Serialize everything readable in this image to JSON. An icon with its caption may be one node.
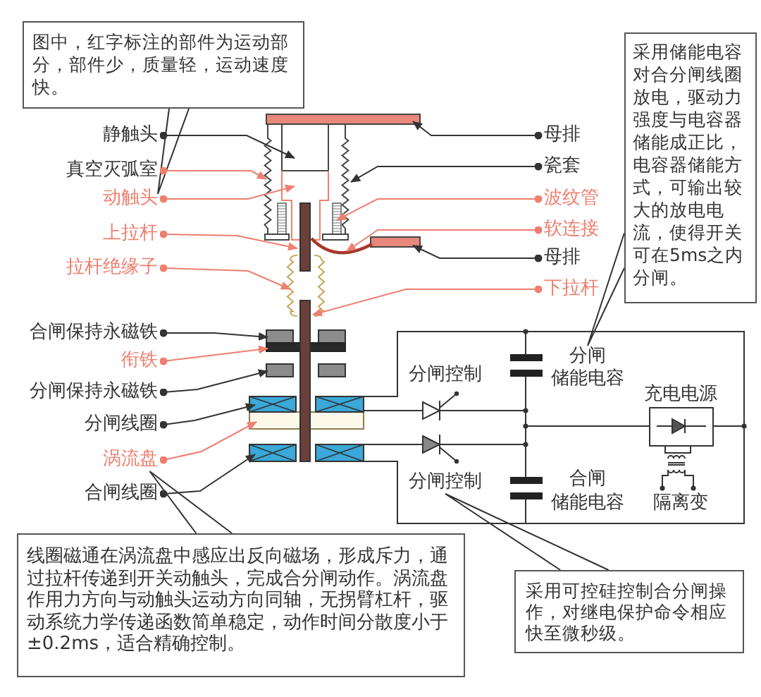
{
  "diagram": {
    "nodes": [
      {
        "text": [
          "图中，红字标注的部件为运动部分，部件少，质量轻，运动速度快。"
        ]
      },
      {
        "text": [
          "静触头"
        ]
      },
      {
        "text": [
          "真空灭弧室"
        ]
      },
      {
        "text": [
          "动触头"
        ]
      },
      {
        "text": [
          "上拉杆"
        ]
      },
      {
        "text": [
          "拉杆绝缘子"
        ]
      },
      {
        "text": [
          "合闸保持永磁铁"
        ]
      },
      {
        "text": [
          "衔铁"
        ]
      },
      {
        "text": [
          "分闸保持永磁铁"
        ]
      },
      {
        "text": [
          "分闸线圈"
        ]
      },
      {
        "text": [
          "涡流盘"
        ]
      },
      {
        "text": [
          "合闸线圈"
        ]
      },
      {
        "text": [
          "母排"
        ]
      },
      {
        "text": [
          "瓷套"
        ]
      },
      {
        "text": [
          "波纹管"
        ]
      },
      {
        "text": [
          "软连接"
        ]
      },
      {
        "text": [
          "母排"
        ]
      },
      {
        "text": [
          "下拉杆"
        ]
      },
      {
        "text": [
          "采用储能电容对合分闸线圈放电，驱动力强度与电容器储能成正比，电容器储能方式，可输出较大的放电电流，使得开关可在5ms之内分闸。"
        ]
      },
      {
        "text": [
          "分闸",
          "储能电容"
        ]
      },
      {
        "text": [
          "分闸控制"
        ]
      },
      {
        "text": [
          "线圈磁通在涡流盘中感应出反向磁场，形成斥力，通过拉杆传递到开关动触头，完成合分闸动作。涡流盘作用力方向与动触头运动方向同轴，无拐臂杠杆，驱动系统力学传递函数简单稳定，动作时间分散度小于±0.2ms，适合精确控制。"
        ]
      },
      {
        "text": [
          "采用可控硅控制合分闸操作，对继电保护命令相应快至微秒级。"
        ]
      }
    ],
    "edges": [
      {
        "from": 0,
        "to": 3,
        "arrow": "none"
      },
      {
        "from": 1,
        "to": null,
        "arrow": "to"
      },
      {
        "from": 2,
        "to": null,
        "arrow": "to",
        "color": "#ef7f6f"
      },
      {
        "from": 3,
        "to": null,
        "arrow": "to",
        "color": "#ef7f6f"
      },
      {
        "from": 4,
        "to": null,
        "arrow": "to",
        "color": "#ef7f6f"
      },
      {
        "from": 5,
        "to": null,
        "arrow": "to",
        "color": "#ef7f6f"
      },
      {
        "from": 6,
        "to": null,
        "arrow": "to"
      },
      {
        "from": 7,
        "to": null,
        "arrow": "to",
        "color": "#ef7f6f"
      },
      {
        "from": 8,
        "to": null,
        "arrow": "to"
      },
      {
        "from": 9,
        "to": null,
        "arrow": "to"
      },
      {
        "from": 10,
        "to": null,
        "arrow": "to",
        "color": "#ef7f6f"
      },
      {
        "from": 11,
        "to": null,
        "arrow": "to"
      },
      {
        "from": 12,
        "to": null,
        "arrow": "to"
      },
      {
        "from": 13,
        "to": null,
        "arrow": "to"
      },
      {
        "from": 14,
        "to": null,
        "arrow": "to",
        "color": "#ef7f6f"
      },
      {
        "from": 15,
        "to": null,
        "arrow": "to",
        "color": "#ef7f6f"
      },
      {
        "from": 16,
        "to": null,
        "arrow": "to"
      },
      {
        "from": 17,
        "to": null,
        "arrow": "to",
        "color": "#ef7f6f"
      },
      {
        "from": 18,
        "to": 19,
        "arrow": "none"
      },
      {
        "from": 21,
        "to": 10,
        "arrow": "none"
      },
      {
        "from": 22,
        "to": 20,
        "arrow": "none"
      }
    ],
    "labels": [
      "分闸控制",
      "充电电源",
      "合闸",
      "储能电容",
      "隔离变"
    ]
  }
}
